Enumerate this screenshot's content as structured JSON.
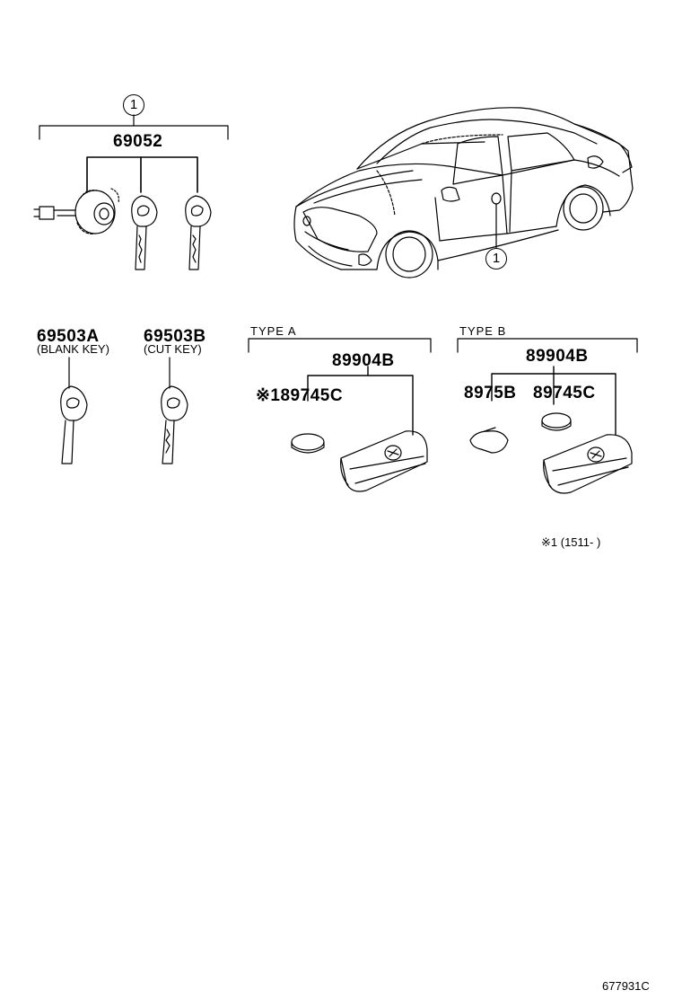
{
  "callout": {
    "ref": "1"
  },
  "groups": {
    "set": {
      "part": "69052"
    },
    "blank_key": {
      "part": "69503A",
      "note": "(BLANK KEY)"
    },
    "cut_key": {
      "part": "69503B",
      "note": "(CUT KEY)"
    },
    "type_a": {
      "label": "TYPE  A",
      "assembly": "89904B",
      "battery": "※189745C"
    },
    "type_b": {
      "label": "TYPE  B",
      "assembly": "89904B",
      "cover": "8975B",
      "battery": "89745C"
    }
  },
  "footnote": "※1 (1511-        )",
  "drawing_number": "677931C"
}
